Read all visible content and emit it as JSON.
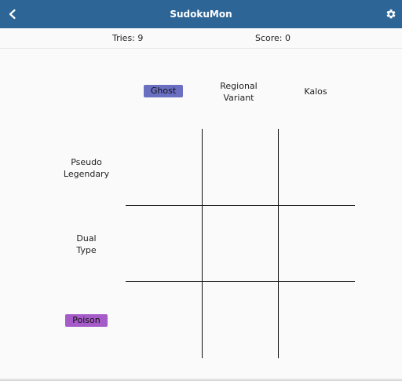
{
  "appbar": {
    "title": "SudokuMon",
    "color": "#2c6596",
    "back_icon": "chevron-left",
    "settings_icon": "gear"
  },
  "stats": {
    "tries_label": "Tries: 9",
    "score_label": "Score: 0"
  },
  "columns": [
    {
      "label": "Ghost",
      "chip": true,
      "color": "#6a6fc2"
    },
    {
      "line1": "Regional",
      "line2": "Variant",
      "chip": false
    },
    {
      "label": "Kalos",
      "chip": false
    }
  ],
  "rows": [
    {
      "line1": "Pseudo",
      "line2": "Legendary",
      "chip": false
    },
    {
      "line1": "Dual",
      "line2": "Type",
      "chip": false
    },
    {
      "label": "Poison",
      "chip": true,
      "color": "#a55bc8"
    }
  ],
  "grid": {
    "rows": 3,
    "cols": 3
  }
}
